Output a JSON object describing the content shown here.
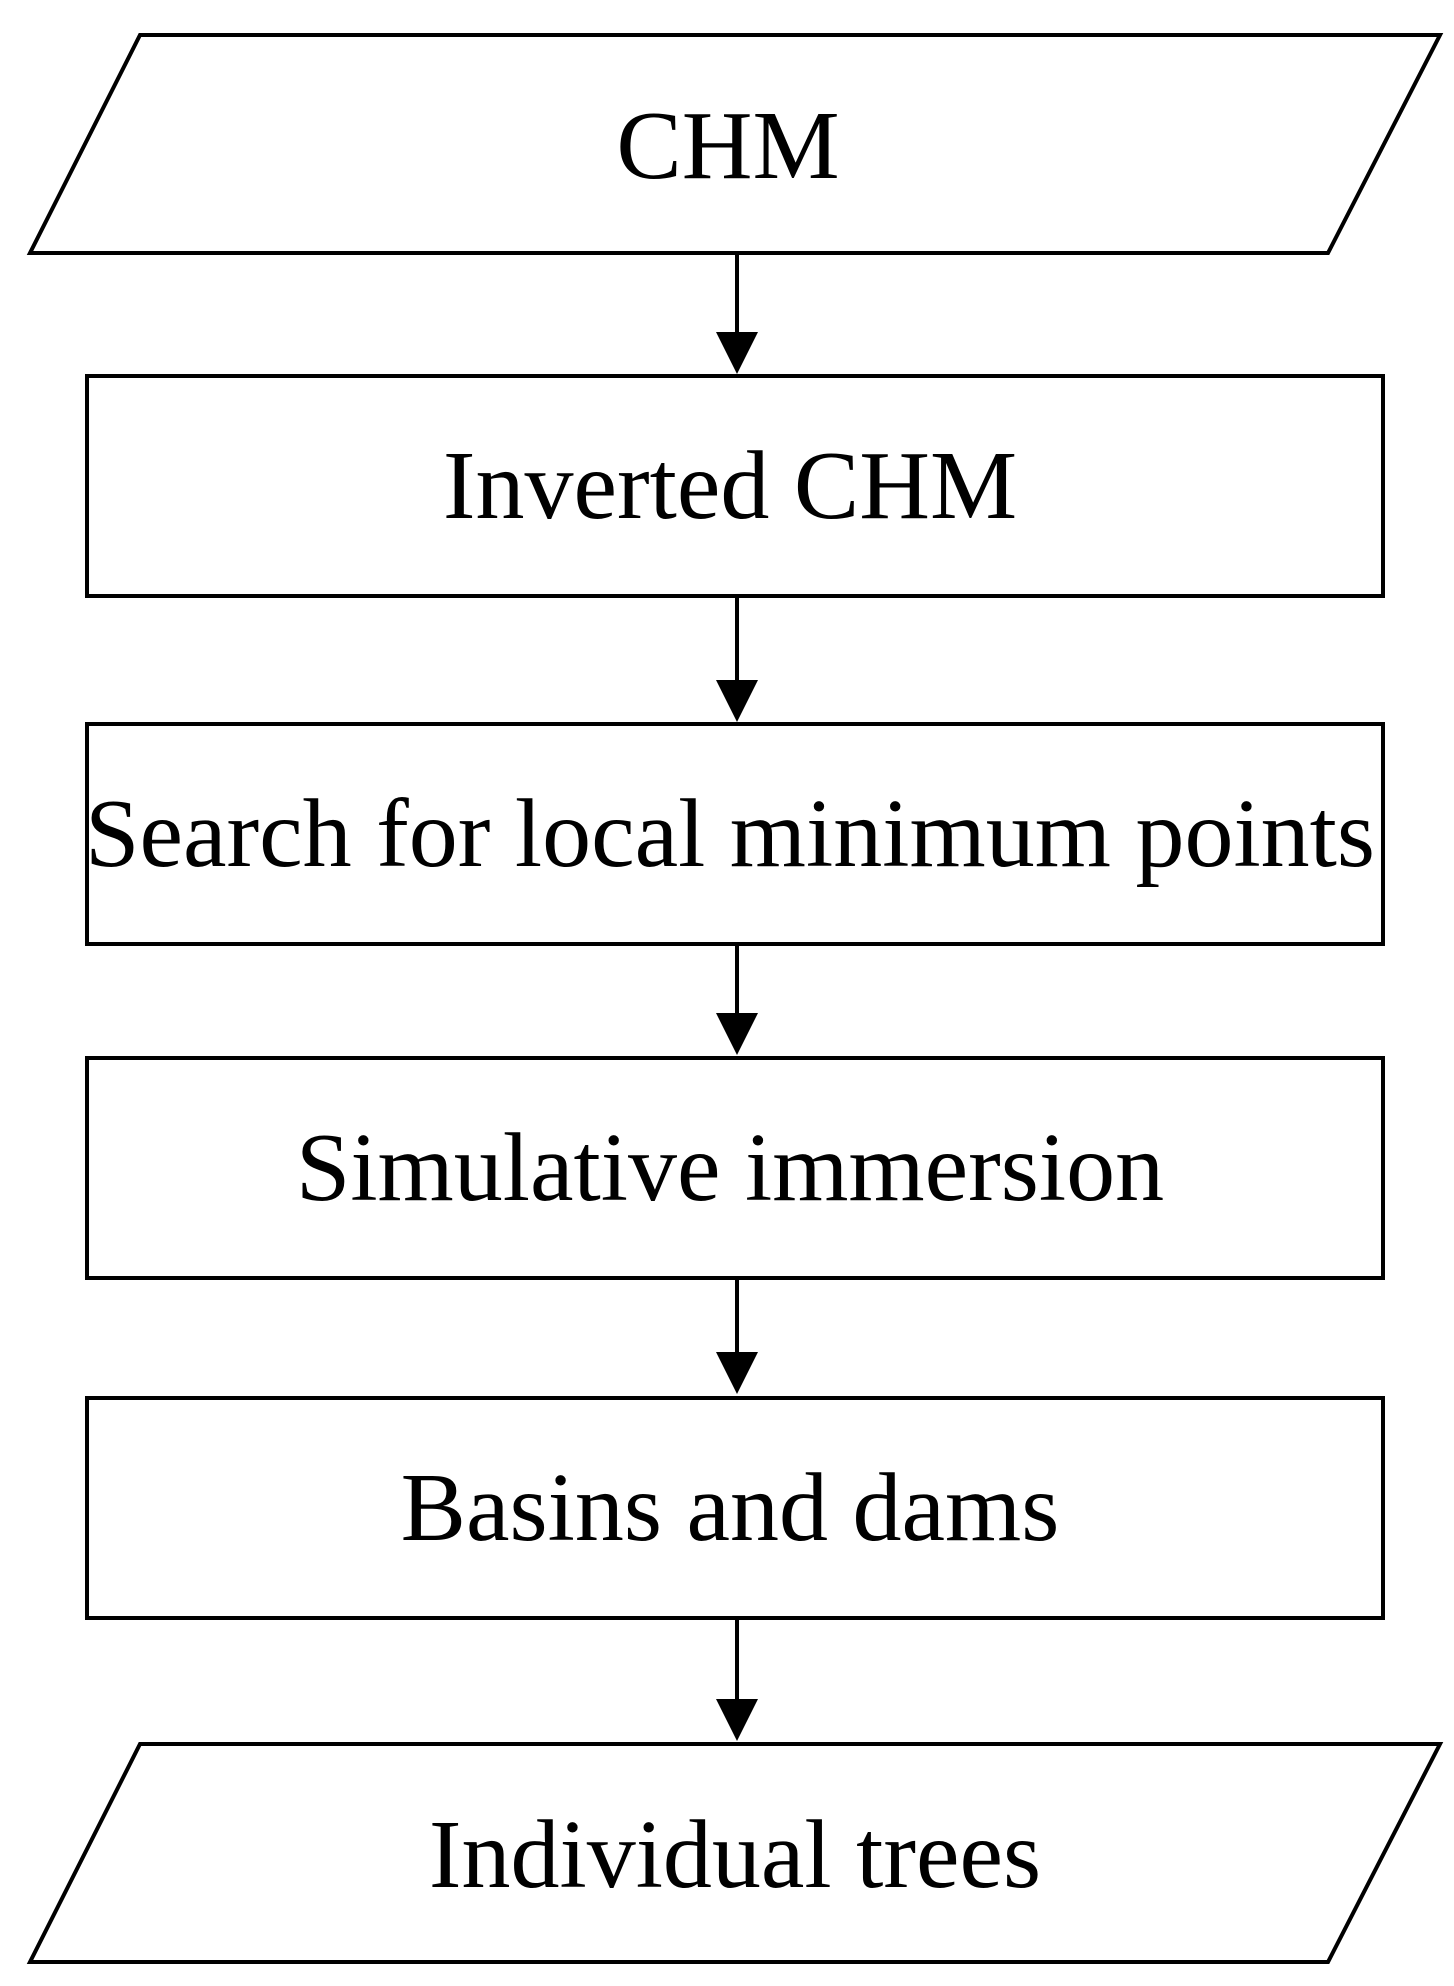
{
  "flowchart": {
    "nodes": [
      {
        "id": "chm",
        "shape": "parallelogram",
        "label": "CHM"
      },
      {
        "id": "inverted-chm",
        "shape": "rectangle",
        "label": "Inverted CHM"
      },
      {
        "id": "local-minimum-search",
        "shape": "rectangle",
        "label": "Search for local minimum points"
      },
      {
        "id": "simulative-immersion",
        "shape": "rectangle",
        "label": "Simulative immersion"
      },
      {
        "id": "basins-and-dams",
        "shape": "rectangle",
        "label": "Basins and dams"
      },
      {
        "id": "individual-trees",
        "shape": "parallelogram",
        "label": "Individual trees"
      }
    ],
    "edges": [
      {
        "from": "chm",
        "to": "inverted-chm"
      },
      {
        "from": "inverted-chm",
        "to": "local-minimum-search"
      },
      {
        "from": "local-minimum-search",
        "to": "simulative-immersion"
      },
      {
        "from": "simulative-immersion",
        "to": "basins-and-dams"
      },
      {
        "from": "basins-and-dams",
        "to": "individual-trees"
      }
    ],
    "colors": {
      "stroke": "#000000",
      "fill": "#ffffff",
      "text": "#000000"
    }
  }
}
